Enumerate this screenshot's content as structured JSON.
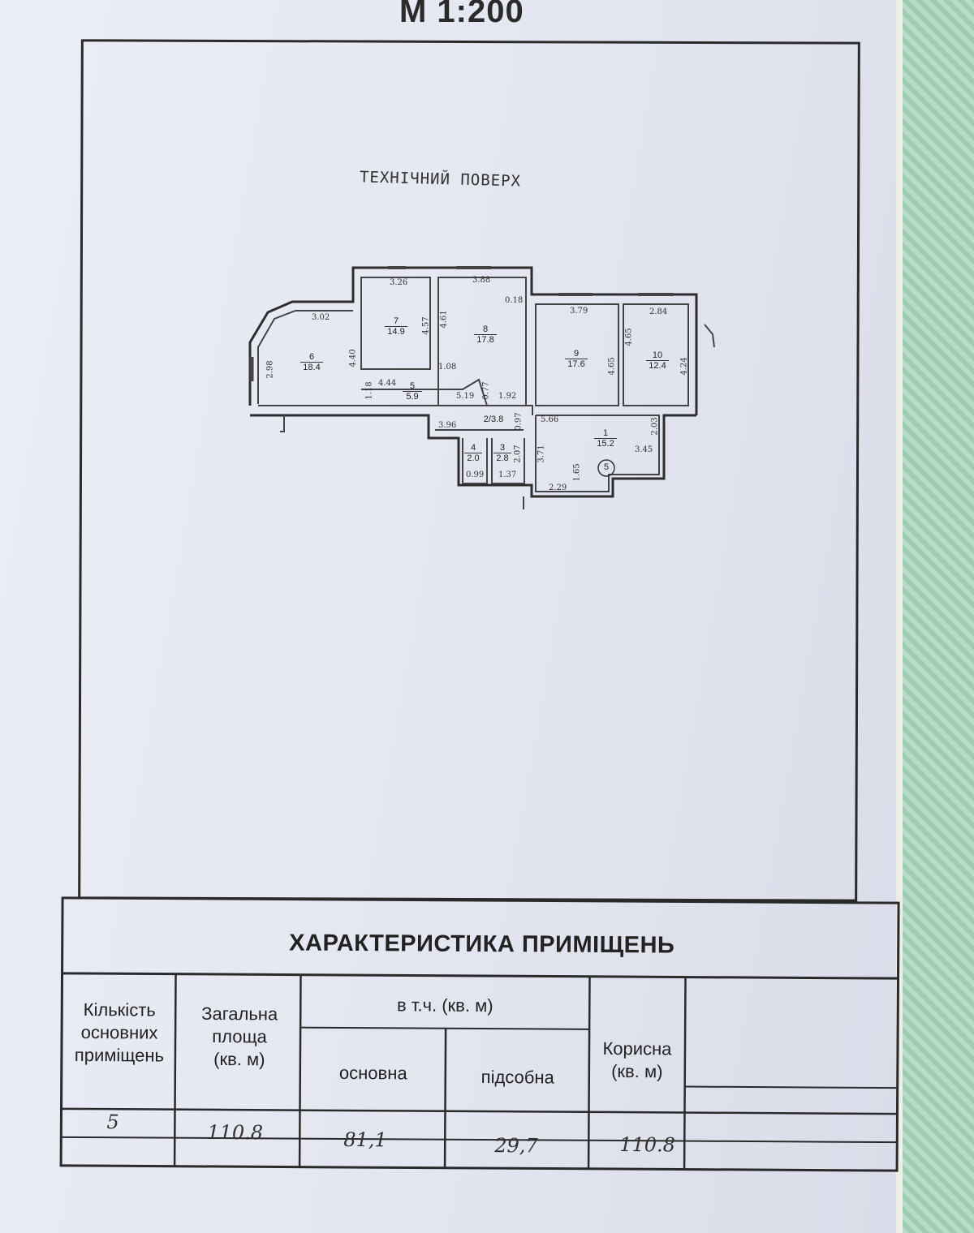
{
  "scale_label": "М 1:200",
  "floor_title": "ТЕХНІЧНИЙ ПОВЕРХ",
  "plan": {
    "rooms": [
      {
        "num": "6",
        "area": "18.4"
      },
      {
        "num": "7",
        "area": "14.9"
      },
      {
        "num": "8",
        "area": "17.8"
      },
      {
        "num": "9",
        "area": "17.6"
      },
      {
        "num": "10",
        "area": "12.4"
      },
      {
        "num": "5",
        "area": "5.9"
      },
      {
        "num": "1",
        "area": "15.2"
      },
      {
        "num": "4",
        "area": "2.0"
      },
      {
        "num": "3",
        "area": "2.8"
      },
      {
        "num": "2",
        "area": "3.8"
      }
    ],
    "dimensions": [
      "3.26",
      "3.88",
      "0.18",
      "3.02",
      "4.57",
      "4.61",
      "3.79",
      "2.84",
      "4.65",
      "2.98",
      "4.40",
      "1.08",
      "4.65",
      "4.24",
      "1.18",
      "4.44",
      "0.77",
      "5.19",
      "1.92",
      "3.96",
      "0.97",
      "5.66",
      "2.03",
      "3.45",
      "2.07",
      "3.71",
      "0.99",
      "1.37",
      "1.65",
      "2.29"
    ],
    "stair_marker": "5"
  },
  "table": {
    "title": "ХАРАКТЕРИСТИКА ПРИМІЩЕНЬ",
    "headers": {
      "count": [
        "Кількість",
        "основних",
        "приміщень"
      ],
      "total": [
        "Загальна",
        "площа",
        "(кв. м)"
      ],
      "incl": "в т.ч. (кв. м)",
      "main": "основна",
      "aux": "підсобна",
      "useful": [
        "Корисна",
        "(кв. м)"
      ]
    },
    "values": {
      "count": "5",
      "total": "110.8",
      "main": "81,1",
      "aux": "29,7",
      "useful": "110.8"
    }
  }
}
